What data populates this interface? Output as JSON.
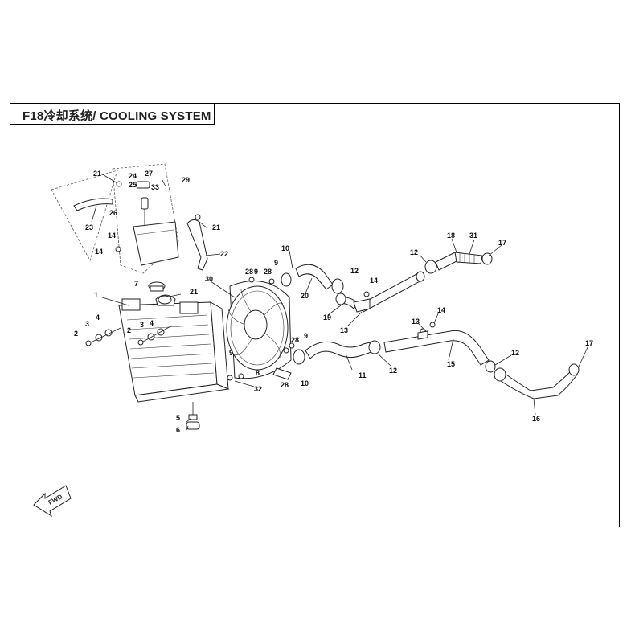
{
  "title": "F18冷却系统/ COOLING SYSTEM",
  "fwd_label": "FWD",
  "callouts": [
    "1",
    "2",
    "2",
    "3",
    "3",
    "4",
    "4",
    "5",
    "6",
    "7",
    "8",
    "9",
    "9",
    "9",
    "10",
    "10",
    "11",
    "12",
    "12",
    "12",
    "12",
    "13",
    "13",
    "14",
    "14",
    "14",
    "14",
    "15",
    "16",
    "17",
    "17",
    "18",
    "19",
    "20",
    "21",
    "21",
    "21",
    "22",
    "23",
    "24",
    "25",
    "26",
    "27",
    "28",
    "28",
    "28",
    "29",
    "30",
    "31",
    "32",
    "33"
  ]
}
